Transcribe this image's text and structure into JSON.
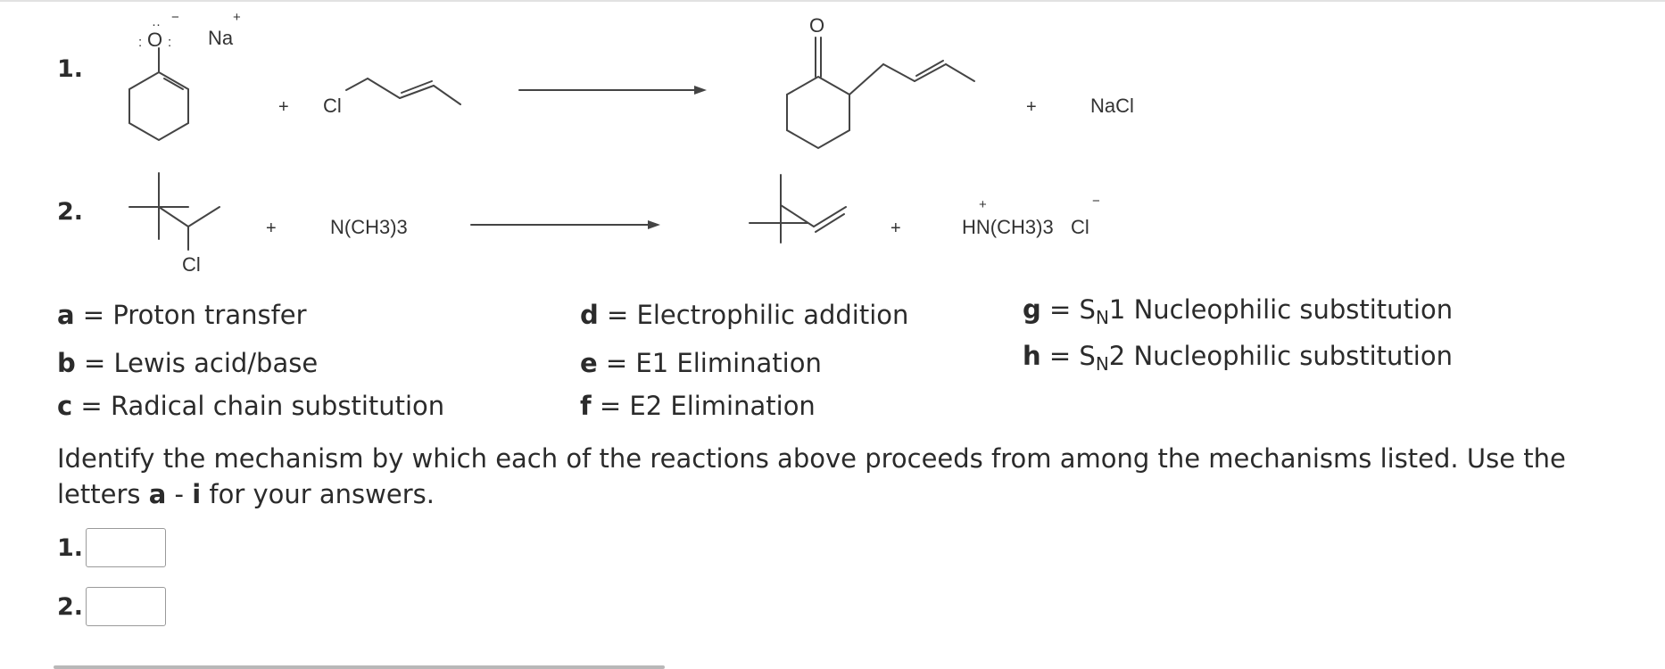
{
  "reactions": [
    {
      "number": "1.",
      "reactant1": {
        "atoms": [
          "O",
          "Na"
        ]
      },
      "reactant2": {
        "atoms": [
          "Cl"
        ]
      },
      "product1": {
        "atoms": [
          "O"
        ]
      },
      "product2": "NaCl",
      "plus": "+"
    },
    {
      "number": "2.",
      "reactant1": {
        "atoms": [
          "Cl"
        ]
      },
      "reactant2": "N(CH3)3",
      "product2": {
        "cation": "HN(CH3)3",
        "anion": "Cl"
      },
      "plus": "+"
    }
  ],
  "mechanisms": [
    {
      "letter": "a",
      "eq": "=",
      "label": "Proton transfer"
    },
    {
      "letter": "b",
      "eq": "=",
      "label": "Lewis acid/base"
    },
    {
      "letter": "c",
      "eq": "=",
      "label": "Radical chain substitution"
    },
    {
      "letter": "d",
      "eq": "=",
      "label": "Electrophilic addition"
    },
    {
      "letter": "e",
      "eq": "=",
      "label": "E1 Elimination"
    },
    {
      "letter": "f",
      "eq": "=",
      "label": "E2 Elimination"
    },
    {
      "letter": "g",
      "eq": "=",
      "prefix": "S",
      "subscript": "N",
      "label": "1 Nucleophilic substitution"
    },
    {
      "letter": "h",
      "eq": "=",
      "prefix": "S",
      "subscript": "N",
      "label": "2 Nucleophilic substitution"
    }
  ],
  "prompt": {
    "text1": "Identify the mechanism by which each of the reactions above proceeds from among the mechanisms listed. Use the letters ",
    "range_start": "a",
    "range_sep": " - ",
    "range_end": "i",
    "text2": " for your answers."
  },
  "answers": [
    {
      "label": "1.",
      "value": ""
    },
    {
      "label": "2.",
      "value": ""
    }
  ]
}
